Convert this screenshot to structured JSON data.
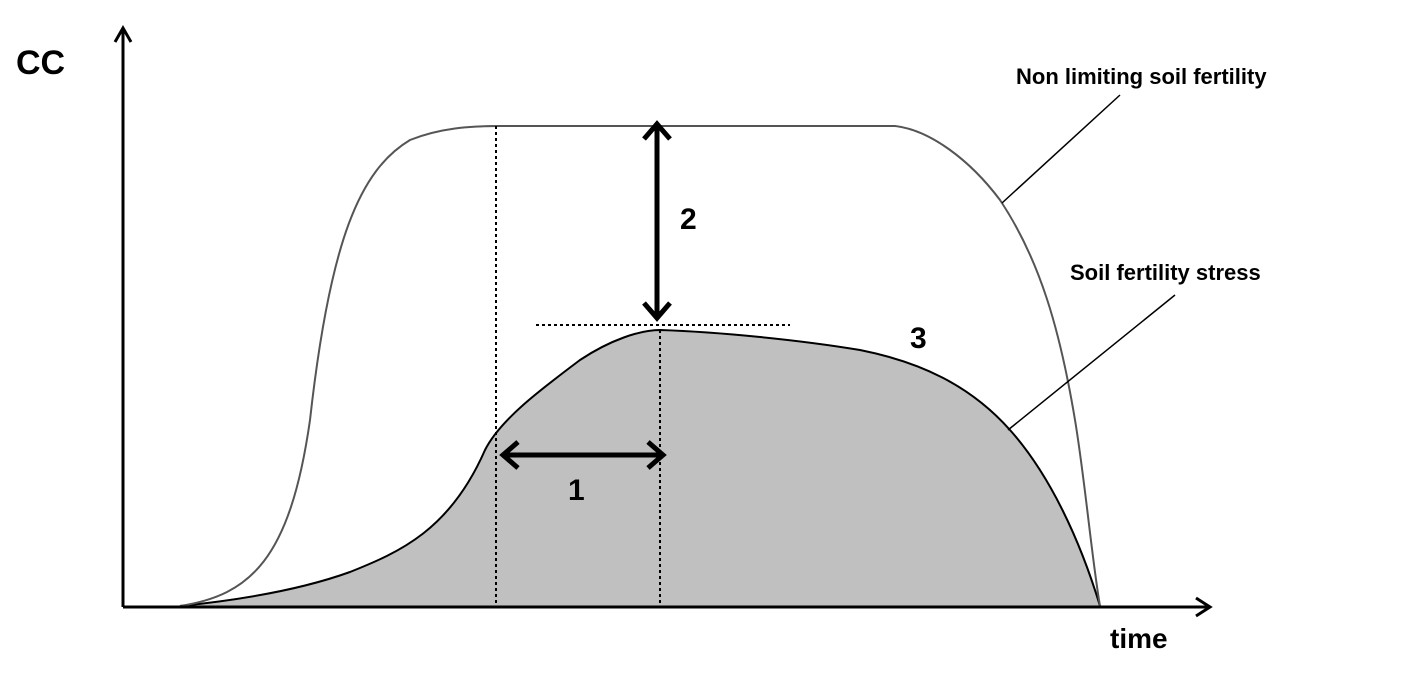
{
  "axes": {
    "y_label": "CC",
    "x_label": "time"
  },
  "curves": {
    "non_limiting_label": "Non limiting soil fertility",
    "stress_label": "Soil fertility stress"
  },
  "markers": {
    "one": "1",
    "two": "2",
    "three": "3"
  },
  "colors": {
    "fill": "#c0c0c0",
    "line": "#000000",
    "curve_gray": "#555555"
  }
}
